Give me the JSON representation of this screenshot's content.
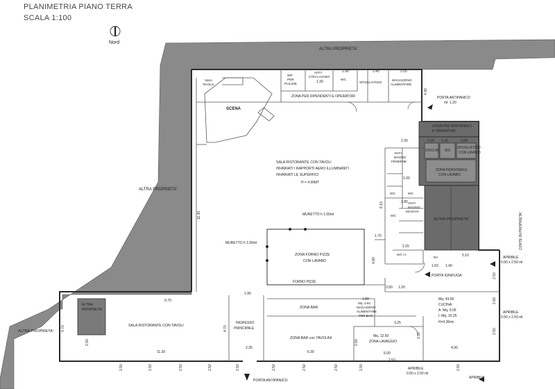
{
  "header": {
    "title": "PLANIMETRIA PIANO TERRA",
    "scale": "SCALA 1:100",
    "north": "Nord"
  },
  "colors": {
    "neighbor": "#8a8a8a",
    "dark_zone": "#6b6b6b",
    "wall": "#2a2a2a",
    "line": "#555555",
    "paper": "#ffffff"
  },
  "labels": {
    "altra_top": "ALTRA PROPRIETA'",
    "altra_left": "ALTRA PROPRIETA'",
    "altra_bottom_left": "ALTRA PROPRIETA'",
    "altra_small_l1": "ALTRA",
    "altra_small_l2": "PROPRIETA'",
    "altra_right_dark": "ALTRA PROPRIETA'",
    "corte": "CORTE IN PROPRIETA'",
    "vano_l1": "Vano",
    "vano_l2": "Tecnico",
    "scena": "SCENA",
    "wp_l1": "WP",
    "wp_l2": "PER",
    "wp_l3": "PULIZIE",
    "anti_lavabo_l1": "ANTI",
    "anti_lavabo_l2": "CON LAVABO",
    "wc_top": "WC",
    "spogliatoio": "SPOGLIATOIO",
    "mag_alim_l1": "MAGAZZINO",
    "mag_alim_l2": "ALIMENTARE",
    "zona_dip": "ZONA PER DIPENDENTI E OPERATORI",
    "porta_antipanico_top_l1": "PORTA ANTIPANICO",
    "porta_antipanico_top_l2": "ml. 1.20",
    "zona_dip_r_l1": "ZONA PER DIPENDENTI",
    "zona_dip_r_l2": "E OPERATORI",
    "doccia": "DOCCIA",
    "wc_doccia": "WC",
    "spogliatoio_l1": "SPOGLIATOIO",
    "spogliatoio_l2": "CON LAVABO",
    "zona_personale_l1": "ZONA PERSONALE",
    "zona_personale_l2": "CON LAVABO",
    "anti_bagno_f_l1": "ANTI",
    "anti_bagno_f_l2": "BAGNO",
    "anti_bagno_f_l3": "FEMMINE",
    "anti_bagno_m_l1": "ANTI",
    "anti_bagno_m_l2": "BAGNO",
    "anti_bagno_m_l3": "MASCHI",
    "wc_f1": "WC",
    "wc_f2": "WC",
    "wc_m": "WC",
    "wc_h": "WC  H.",
    "sala_main_l1": "SALA RISTORANTE CON TAVOLI",
    "sala_main_l2": "INVARIATI I RAPPORTI AERO ILLUMINANTI",
    "sala_main_l3": "INVARIATI LE SUPERFICI",
    "sala_main_l4": "H = 4.00MT",
    "muretto1": "MURETTO h 1.00ml",
    "muretto2": "MURETTO h 1.00ml",
    "forno_l1": "ZONA FORNO PIZZE",
    "forno_l2": "CON LAVABO",
    "forno_pizze": "FORNO PIZZE",
    "porta_ignifuga": "PORTA IGNIFUGA",
    "zona_bar": "ZONA BAR",
    "mag_bar_l1": "Mq. 3.60",
    "mag_bar_l2": "MAGAZZINO",
    "mag_bar_l3": "ALIMENTARE",
    "mag_bar_l4": "PER BAR",
    "cucina_l1": "Mq. 43.06",
    "cucina_l2": "CUCINA",
    "cucina_l3": "A. Mq. 5.65",
    "cucina_l4": "I. Mq. 16.25",
    "cucina_l5": "H=3.30mt.",
    "sala_left": "SALA RISTORANTE CON TAVOLI",
    "ingresso_l1": "INGRESSO",
    "ingresso_l2": "PRINCIPALE",
    "zona_bar_tav": "ZONA BAR con TAVOLINI",
    "lavaggio_l1": "Mq. 12.50",
    "lavaggio_l2": "ZONA LAVAGGIO",
    "apribile1_l1": "APRIBILE",
    "apribile1_l2": "0.50 x 2.50 ml",
    "apribile2_l1": "APRIBILE",
    "apribile2_l2": "0.50 x 2.50 ml",
    "apribile3_l1": "APRIBILE",
    "apribile3_l2": "0.50 x 2.50 ml",
    "apribile4": "APRIBILE",
    "porta_antipanico_bottom": "PORTA ANTIPANICO",
    "ri": "R/I"
  },
  "dims": {
    "d245": "2.45",
    "d205a": "2.05",
    "d190": "1.90",
    "d130": "1.30",
    "d430": "4.30",
    "d230": "2.30",
    "d115": "1.15",
    "d115b": "1.15",
    "d205b": "2.05",
    "d610": "6.10",
    "d100": "1.00",
    "d180": "1.80",
    "d220": "2.20",
    "d170": "1.70",
    "d1130": "11.30",
    "d480": "4.80",
    "d195": "1.95",
    "d350": "3.50",
    "d120": "1.20",
    "d510": "5.10",
    "d160": "1.60",
    "d140": "1.40",
    "d970": "9.70",
    "d470a": "4.70",
    "d1120": "11.20",
    "d470b": "4.70",
    "d235": "2.35",
    "d630": "6.30",
    "d180b": "1.80",
    "d325": "3.25",
    "d250a": "2.50",
    "d500": "5.00",
    "d490": "4.90",
    "d250b": "2.50",
    "d250c": "2.50",
    "d250d": "2.50",
    "d250e": "2.50",
    "d250f": "2.50",
    "d250g": "2.50",
    "d250h": "2.50",
    "d250i": "2.50",
    "d250j": "2.50",
    "d250k": "2.50",
    "d250l": "2.50",
    "d250m": "2.50",
    "d250n": "2.50",
    "d250o": "2.50",
    "d250p": "2.50",
    "d250q": "2.50"
  }
}
